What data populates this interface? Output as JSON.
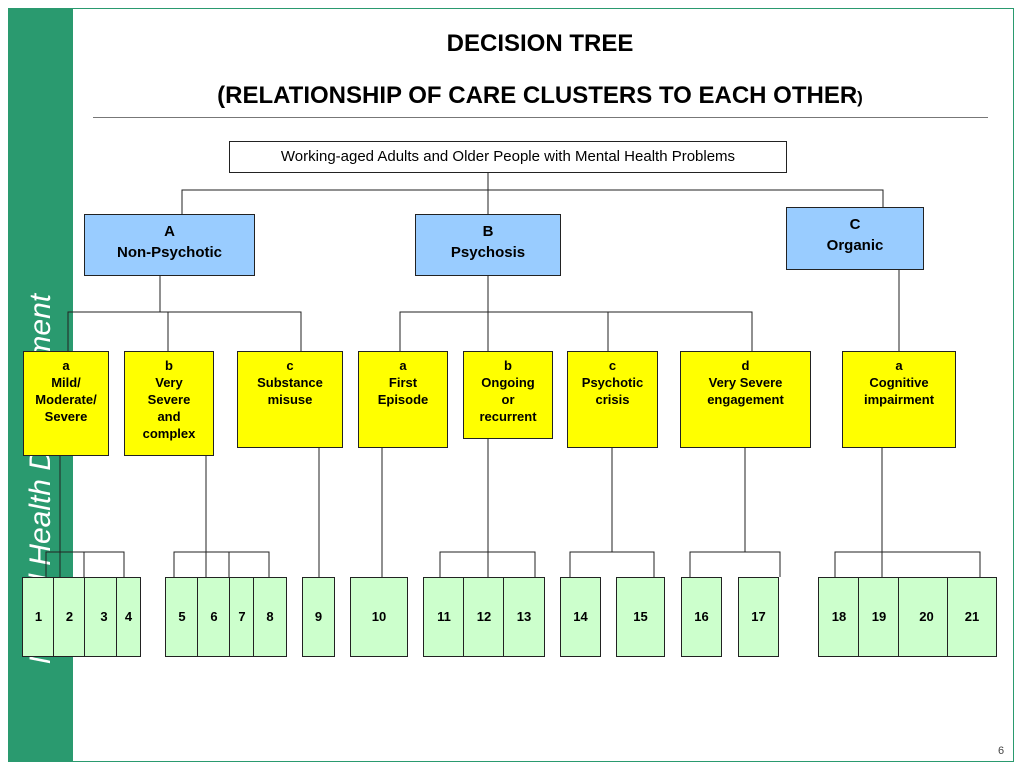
{
  "sidebar_text": "Mental Health Development",
  "title_line1": "DECISION TREE",
  "title_line2": "(RELATIONSHIP OF CARE CLUSTERS TO EACH OTHER",
  "title_line2_paren": ")",
  "root": "Working-aged Adults and Older People with Mental Health Problems",
  "groups": [
    {
      "letter": "A",
      "name": "Non-Psychotic"
    },
    {
      "letter": "B",
      "name": "Psychosis"
    },
    {
      "letter": "C",
      "name": "Organic"
    }
  ],
  "subgroups": [
    {
      "letter": "a",
      "lines": [
        "Mild/",
        "Moderate/",
        "Severe"
      ]
    },
    {
      "letter": "b",
      "lines": [
        "Very",
        "Severe",
        "and",
        "complex"
      ]
    },
    {
      "letter": "c",
      "lines": [
        "Substance",
        "misuse"
      ]
    },
    {
      "letter": "a",
      "lines": [
        "First",
        "Episode"
      ]
    },
    {
      "letter": "b",
      "lines": [
        "Ongoing",
        "or",
        "recurrent"
      ]
    },
    {
      "letter": "c",
      "lines": [
        "Psychotic",
        "crisis"
      ]
    },
    {
      "letter": "d",
      "lines": [
        "Very Severe",
        "engagement"
      ]
    },
    {
      "letter": "a",
      "lines": [
        "Cognitive",
        "impairment"
      ]
    }
  ],
  "clusters": [
    "1",
    "2",
    "3",
    "4",
    "5",
    "6",
    "7",
    "8",
    "9",
    "10",
    "11",
    "12",
    "13",
    "14",
    "15",
    "16",
    "17",
    "18",
    "19",
    "20",
    "21"
  ],
  "page_number": "6"
}
